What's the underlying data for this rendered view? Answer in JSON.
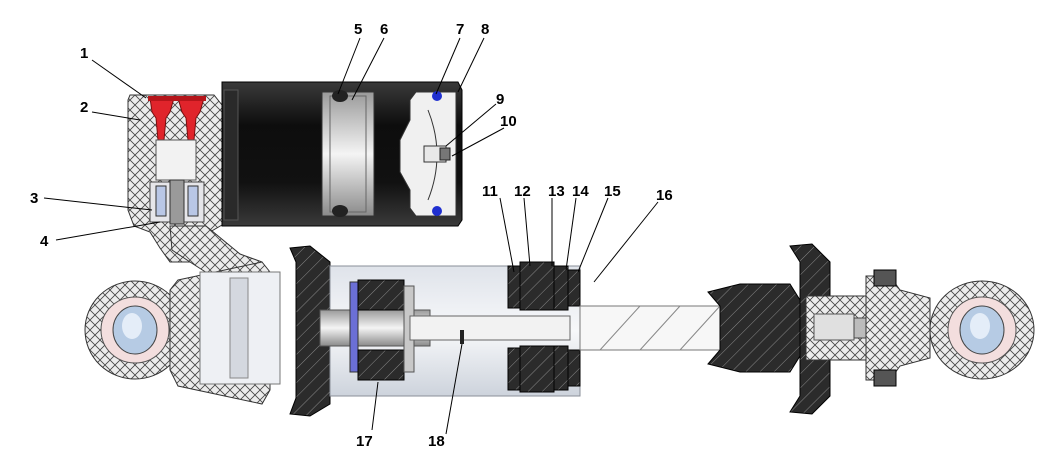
{
  "callouts": [
    {
      "label": "1"
    },
    {
      "label": "2"
    },
    {
      "label": "3"
    },
    {
      "label": "4"
    },
    {
      "label": "5"
    },
    {
      "label": "6"
    },
    {
      "label": "7"
    },
    {
      "label": "8"
    },
    {
      "label": "9"
    },
    {
      "label": "10"
    },
    {
      "label": "11"
    },
    {
      "label": "12"
    },
    {
      "label": "13"
    },
    {
      "label": "14"
    },
    {
      "label": "15"
    },
    {
      "label": "16"
    },
    {
      "label": "17"
    },
    {
      "label": "18"
    }
  ],
  "colors": {
    "body_dark": "#1a1a1a",
    "valve_red": "#e0242b",
    "seal_blue": "#1f2fd0",
    "housing_grey": "#cfcfcf",
    "tube_light": "#e9edf2",
    "rod": "#f4f4f4",
    "bushing_pink": "#f3dede",
    "bushing_blue": "#b6cbe4"
  }
}
